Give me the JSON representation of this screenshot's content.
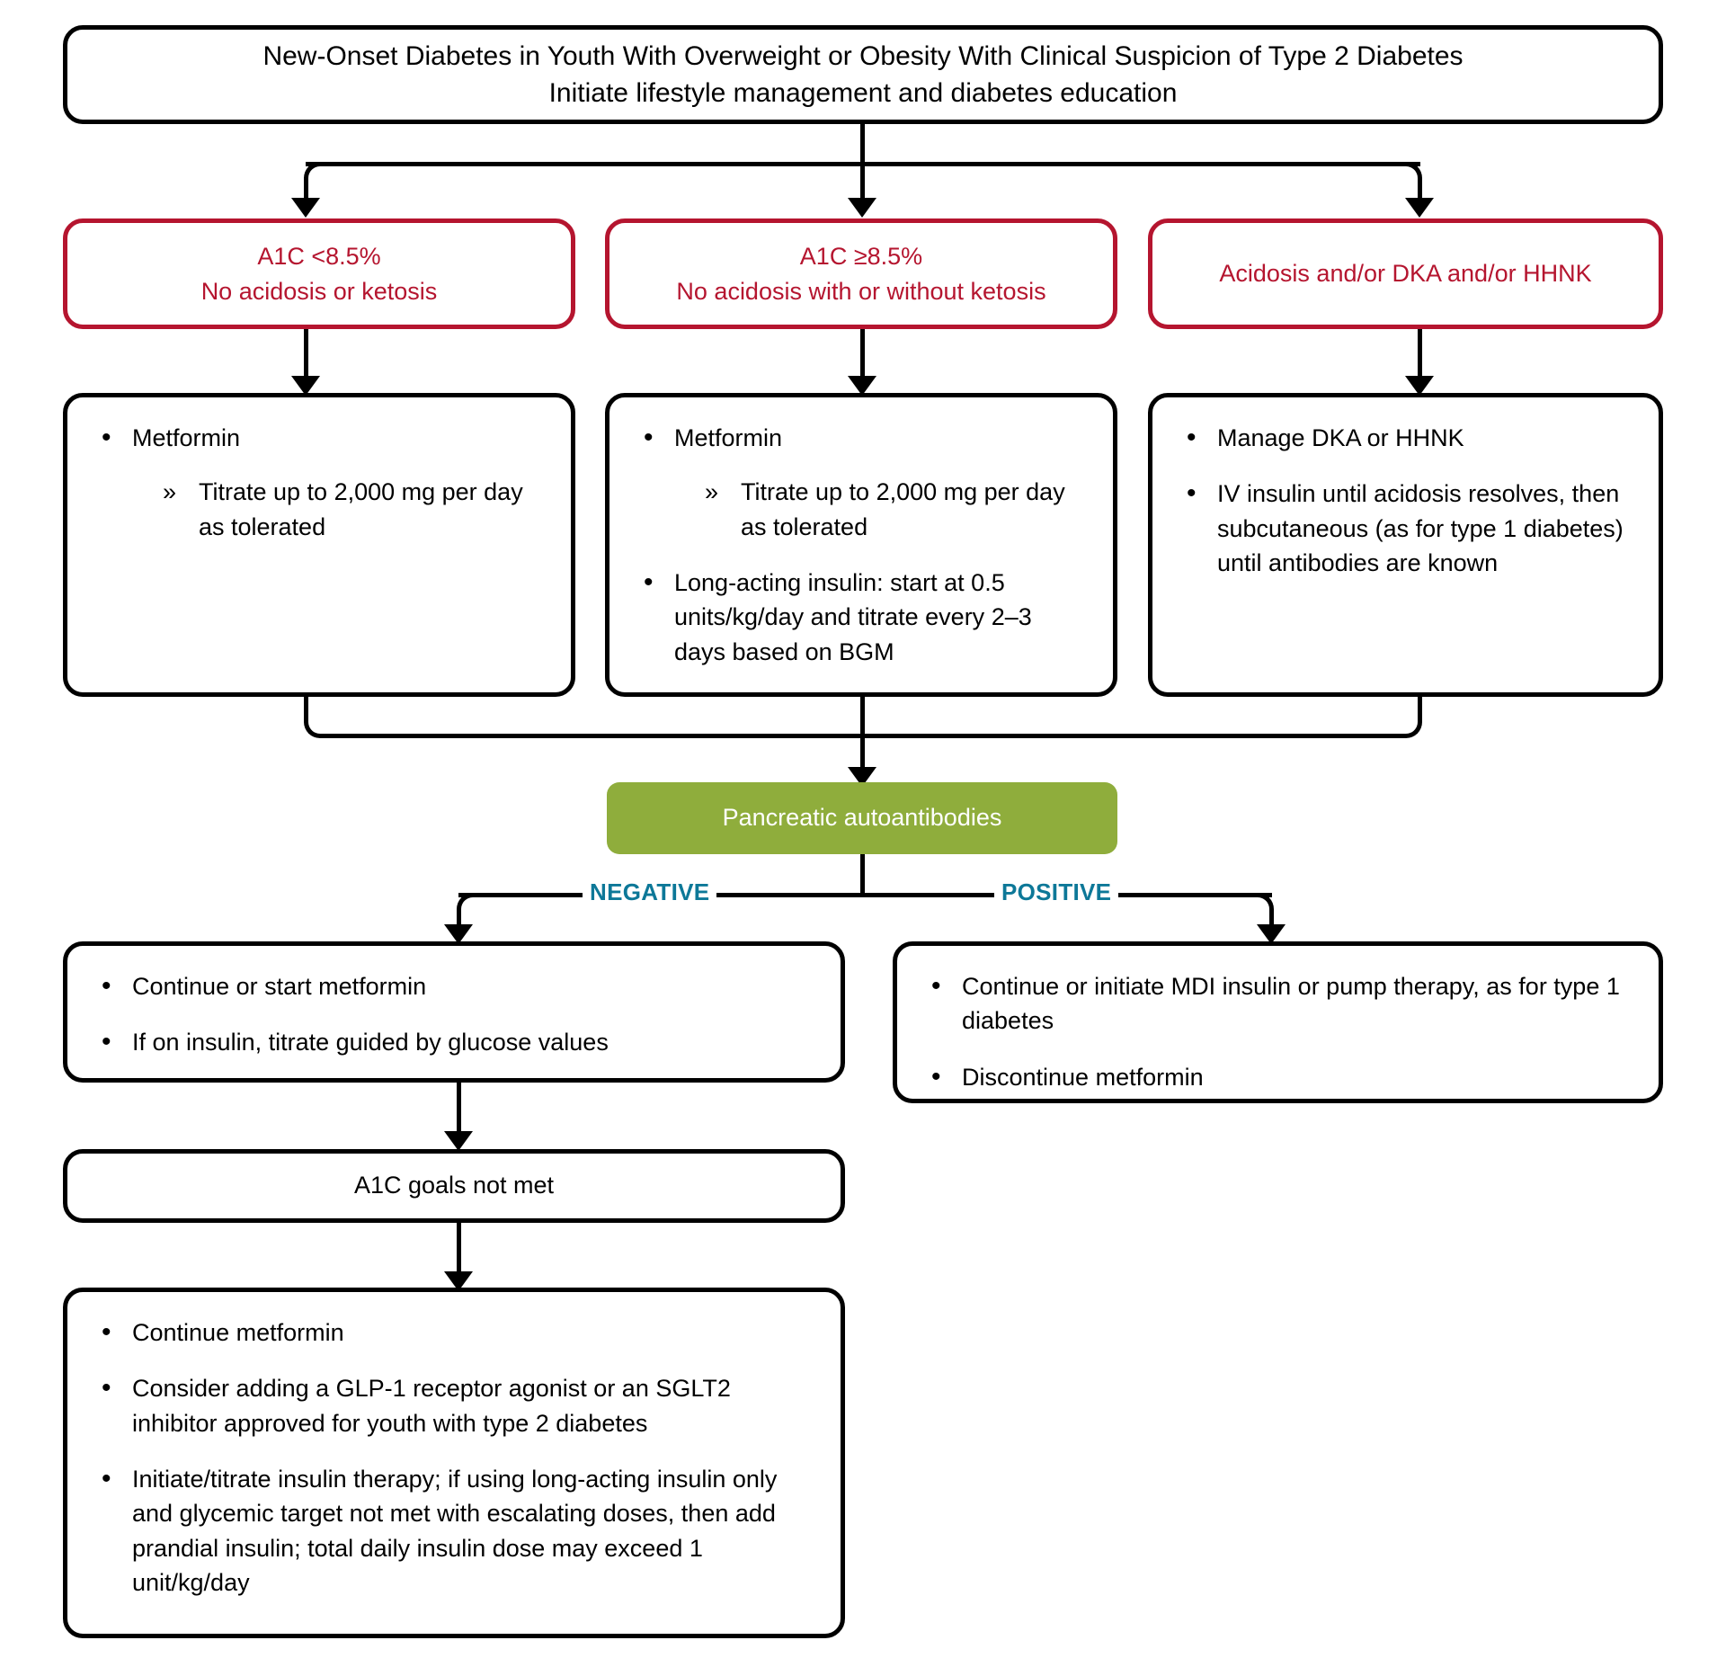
{
  "title_box": {
    "line1": "New-Onset Diabetes in Youth With Overweight or Obesity With Clinical Suspicion of Type 2 Diabetes",
    "line2": "Initiate lifestyle management and diabetes education"
  },
  "criteria": [
    {
      "line1": "A1C <8.5%",
      "line2": "No acidosis or ketosis"
    },
    {
      "line1": "A1C ≥8.5%",
      "line2": "No acidosis with or without ketosis"
    },
    {
      "line1": "Acidosis and/or DKA and/or HHNK",
      "line2": ""
    }
  ],
  "treatment_left": {
    "items": [
      {
        "text": "Metformin",
        "sub": [
          "Titrate up to 2,000 mg per day as tolerated"
        ]
      }
    ]
  },
  "treatment_mid": {
    "items": [
      {
        "text": "Metformin",
        "sub": [
          "Titrate up to 2,000 mg per day as tolerated"
        ]
      },
      {
        "text": "Long-acting insulin: start at 0.5 units/kg/day and titrate every 2–3 days based on BGM",
        "sub": []
      }
    ]
  },
  "treatment_right": {
    "items": [
      {
        "text": "Manage DKA or HHNK",
        "sub": []
      },
      {
        "text": "IV insulin until acidosis resolves, then subcutaneous (as for type 1 diabetes) until antibodies are known",
        "sub": []
      }
    ]
  },
  "decision": {
    "label": "Pancreatic autoantibodies",
    "color": "#8FAD3C",
    "branch_negative": "NEGATIVE",
    "branch_positive": "POSITIVE",
    "branch_color": "#0D7898"
  },
  "negative_path": {
    "step1": {
      "items": [
        {
          "text": "Continue or start metformin",
          "sub": []
        },
        {
          "text": "If on insulin, titrate guided by glucose values",
          "sub": []
        }
      ]
    },
    "step2": {
      "label": "A1C goals not met"
    },
    "step3": {
      "items": [
        {
          "text": "Continue metformin",
          "sub": []
        },
        {
          "text": "Consider adding a GLP-1 receptor agonist or an SGLT2 inhibitor approved for youth with type 2 diabetes",
          "sub": []
        },
        {
          "text": "Initiate/titrate insulin therapy; if using long-acting insulin only and glycemic target not met with escalating doses, then add prandial insulin; total daily insulin dose may exceed 1 unit/kg/day",
          "sub": []
        }
      ]
    }
  },
  "positive_path": {
    "step1": {
      "items": [
        {
          "text": "Continue or initiate MDI insulin or pump therapy, as for type 1 diabetes",
          "sub": []
        },
        {
          "text": "Discontinue metformin",
          "sub": []
        }
      ]
    }
  },
  "palette": {
    "red": "#B5152F",
    "green": "#8FAD3C",
    "teal": "#0D7898",
    "black": "#000000"
  }
}
